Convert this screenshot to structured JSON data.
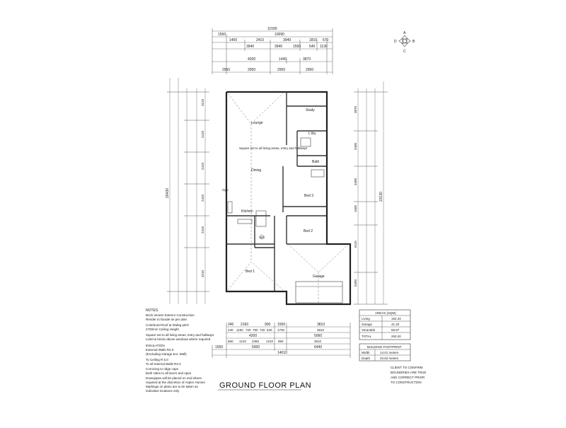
{
  "drawing": {
    "title": "GROUND FLOOR PLAN",
    "compass": {
      "a": "A",
      "b": "B",
      "c": "C",
      "d": "D"
    },
    "rooms": {
      "lounge": "Lounge",
      "study": "Study",
      "ldry": "L'dry",
      "bath": "Bath",
      "bed3": "Bed 3",
      "dining": "Dining",
      "kitchen": "Kitchen",
      "bed2": "Bed 2",
      "wc": "WC",
      "bed1": "Bed 1",
      "garage": "Garage"
    },
    "plan_notes": {
      "square_set": "Square set to all living areas, entry and hallways",
      "opp": "Opp"
    },
    "top_dims": {
      "overall": "11590",
      "r2": [
        "1550",
        "10090"
      ],
      "r3": [
        "1400",
        "2410",
        "3940",
        "1810",
        "670"
      ],
      "r4": [
        "3940",
        "3940",
        "1550",
        "540",
        "1130"
      ],
      "r5": [
        "4200",
        "1440",
        "3870"
      ],
      "r6": [
        "2950",
        "2950",
        "2950",
        "2950"
      ]
    },
    "bottom_dims": {
      "r1": [
        "240",
        "2160",
        "900",
        "1550",
        "3810"
      ],
      "r2": [
        "240",
        "1150",
        "720",
        "780",
        "720",
        "540",
        "1700",
        "3810"
      ],
      "r3": [
        "4200",
        "5060"
      ],
      "r4": [
        "860",
        "1210",
        "2350",
        "1210",
        "860",
        "3610"
      ],
      "r5": [
        "1550",
        "6000",
        "6440"
      ],
      "overall": "14010"
    },
    "left_dims": {
      "overall": "20430",
      "inner": [
        "3210",
        "2410",
        "2410",
        "2410",
        "2410",
        "3210"
      ]
    },
    "right_dims": {
      "overall": "23130",
      "inner": [
        "3870",
        "3400",
        "3400",
        "1560",
        "6110",
        "5390"
      ]
    }
  },
  "notes": {
    "heading": "NOTES",
    "lines": [
      "Brick Veneer Exterior Construction",
      "Render to facade as per plan",
      "Colorbond Roof at 25deg pitch",
      "2700mm Ceiling Height",
      "Square set to all living areas, entry and hallways",
      "Lintel & bricks above windows where required"
    ],
    "insulation_heading": "INSULATION",
    "insulation_lines": [
      "External Walls R2.0",
      "(Excluding Garage Ext. Wall)",
      "To Ceiling  R 5.0",
      "To all Internal Walls R2.0",
      "Cornicing to ridge caps",
      "Both sides to all doors and open",
      "Downpipes will be placed on end where",
      "required at the discretion of Aspire Homes",
      "Markings on plans are to be taken as",
      "indicative locations only"
    ]
  },
  "areas": {
    "heading": "AREAS (SQM)",
    "rows": [
      {
        "label": "Living",
        "value": "192.34"
      },
      {
        "label": "Garage",
        "value": "41.20"
      },
      {
        "label": "Verandah",
        "value": "59.67"
      },
      {
        "label": "TOTAL",
        "value": "293.20"
      }
    ]
  },
  "footprint": {
    "heading": "BUILDING FOOTPRINT",
    "rows": [
      {
        "label": "Width",
        "value": "14.01 meters"
      },
      {
        "label": "Depth",
        "value": "23.63 meters"
      }
    ]
  },
  "client_note": {
    "lines": [
      "CLIENT TO CONFIRM",
      "BOUNDRIES ARE TRUE",
      "AND CORRECT PRIOR",
      "TO CONSTRUCTION"
    ]
  }
}
